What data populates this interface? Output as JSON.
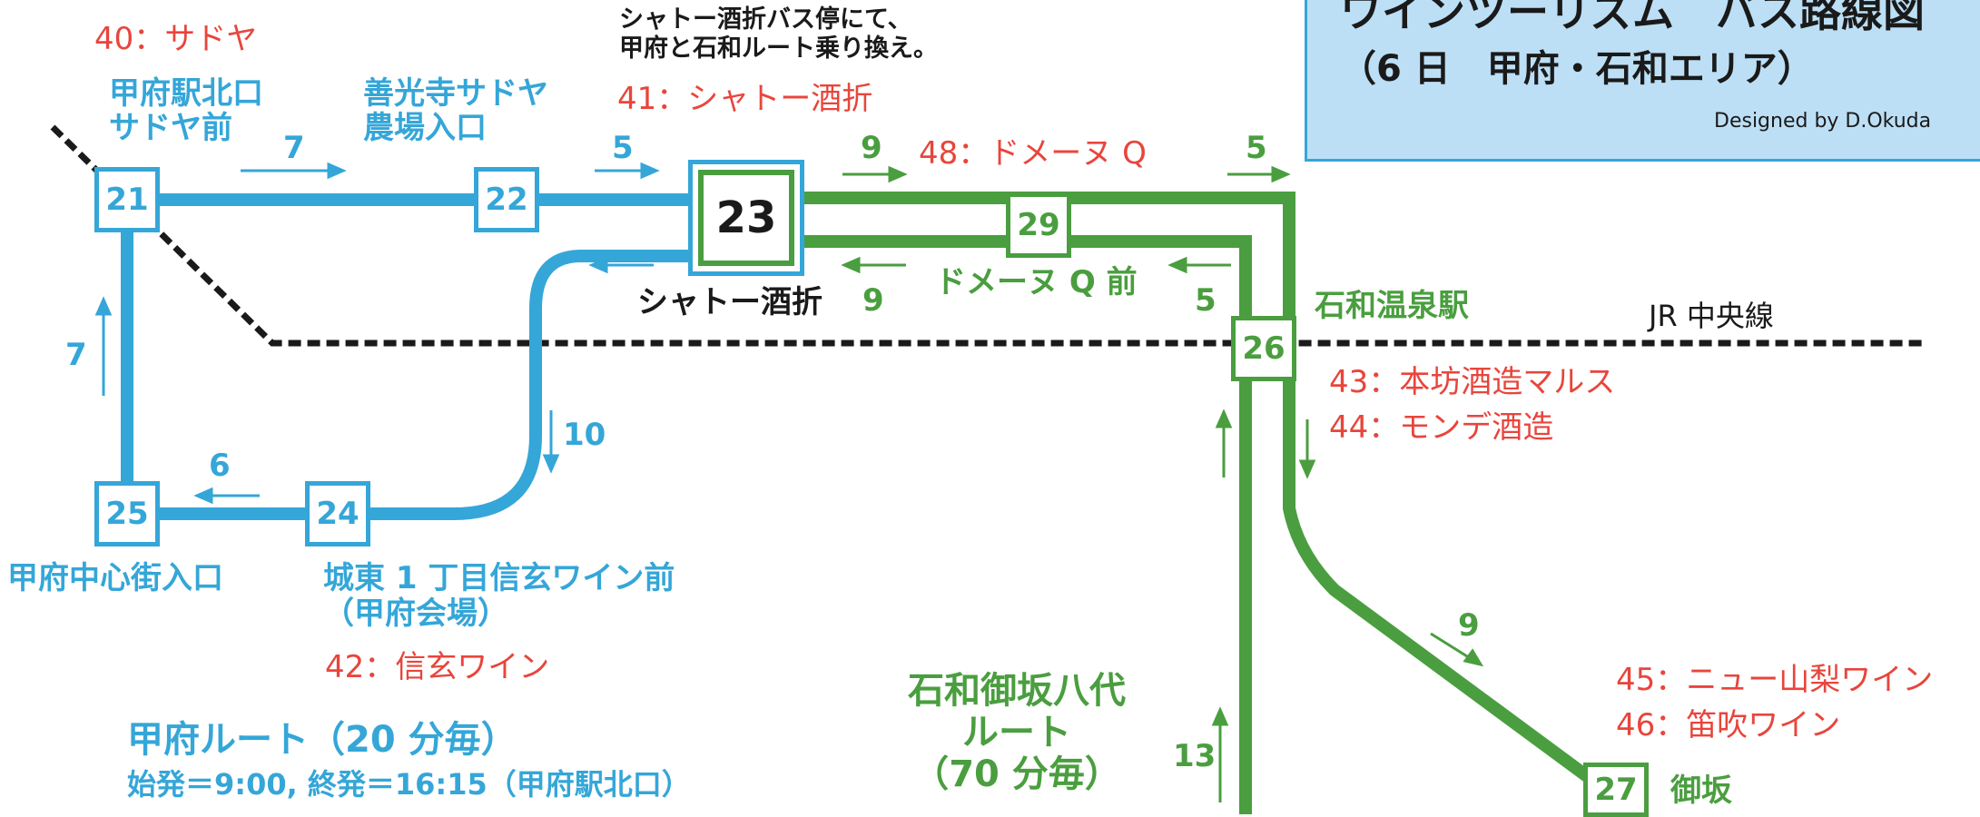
{
  "title": {
    "line1": "ワインツーリズム　バス路線図",
    "line2": "（6 日　甲府・石和エリア）",
    "credit": "Designed by D.Okuda"
  },
  "colors": {
    "blue_route": "#35a6d8",
    "green_route": "#4a9e3f",
    "winery": "#e8453c",
    "rail": "#1a1a1a",
    "title_bg": "#bcdff5"
  },
  "stops": {
    "s21": "21",
    "s22": "22",
    "s23": "23",
    "s24": "24",
    "s25": "25",
    "s26": "26",
    "s27": "27",
    "s29": "29"
  },
  "stop_names": {
    "kofu_north": "甲府駅北口\nサドヤ前",
    "zenkoji": "善光寺サドヤ\n農場入口",
    "chateau": "シャトー酒折",
    "kofu_center": "甲府中心街入口",
    "joto": "城東 1 丁目信玄ワイン前\n（甲府会場）",
    "domaine_q": "ドメーヌ Q 前",
    "isawa_station": "石和温泉駅",
    "misaka": "御坂"
  },
  "wineries": {
    "w40": "40：サドヤ",
    "w41": "41：シャトー酒折",
    "w42": "42：信玄ワイン",
    "w43": "43：本坊酒造マルス",
    "w44": "44：モンデ酒造",
    "w45": "45：ニュー山梨ワイン",
    "w46": "46：笛吹ワイン",
    "w48": "48：ドメーヌ Q"
  },
  "transfer_note": "シャトー酒折バス停にて、\n甲府と石和ルート乗り換え。",
  "rail_label": "JR 中央線",
  "travel_minutes": {
    "t21_22": "7",
    "t22_23": "5",
    "t23_24": "10",
    "t24_25": "6",
    "t25_21": "7",
    "t23_29": "9",
    "t29_23": "9",
    "t29_26": "5",
    "t26_29": "5",
    "t26_south": "13",
    "t26_down": "9",
    "t27_up": "13"
  },
  "routes": {
    "kofu_title": "甲府ルート（20 分毎）",
    "kofu_times": "始発＝9:00, 終発＝16:15（甲府駅北口）",
    "isawa_title": "石和御坂八代\nルート\n（70 分毎）"
  }
}
